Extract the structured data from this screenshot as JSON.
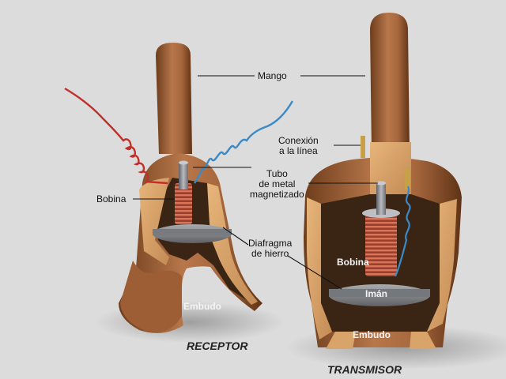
{
  "labels": {
    "mango": "Mango",
    "conexion_line1": "Conexión",
    "conexion_line2": "a la línea",
    "tubo_line1": "Tubo",
    "tubo_line2": "de metal",
    "tubo_line3": "magnetizado",
    "bobina_receptor": "Bobina",
    "diafragma_line1": "Diafragma",
    "diafragma_line2": "de hierro",
    "embudo_receptor": "Embudo",
    "bobina_transmisor": "Bobina",
    "iman": "Imán",
    "embudo_transmisor": "Embudo"
  },
  "captions": {
    "receptor": "RECEPTOR",
    "transmisor": "TRANSMISOR"
  },
  "colors": {
    "background": "#dcdcdc",
    "wood": "#a8683e",
    "wood_light": "#d9a46a",
    "wood_dark": "#6e3d1c",
    "coil": "#b6533a",
    "metal": "#8d8f94",
    "wire_red": "#c0302b",
    "wire_blue": "#3a8ac8"
  }
}
